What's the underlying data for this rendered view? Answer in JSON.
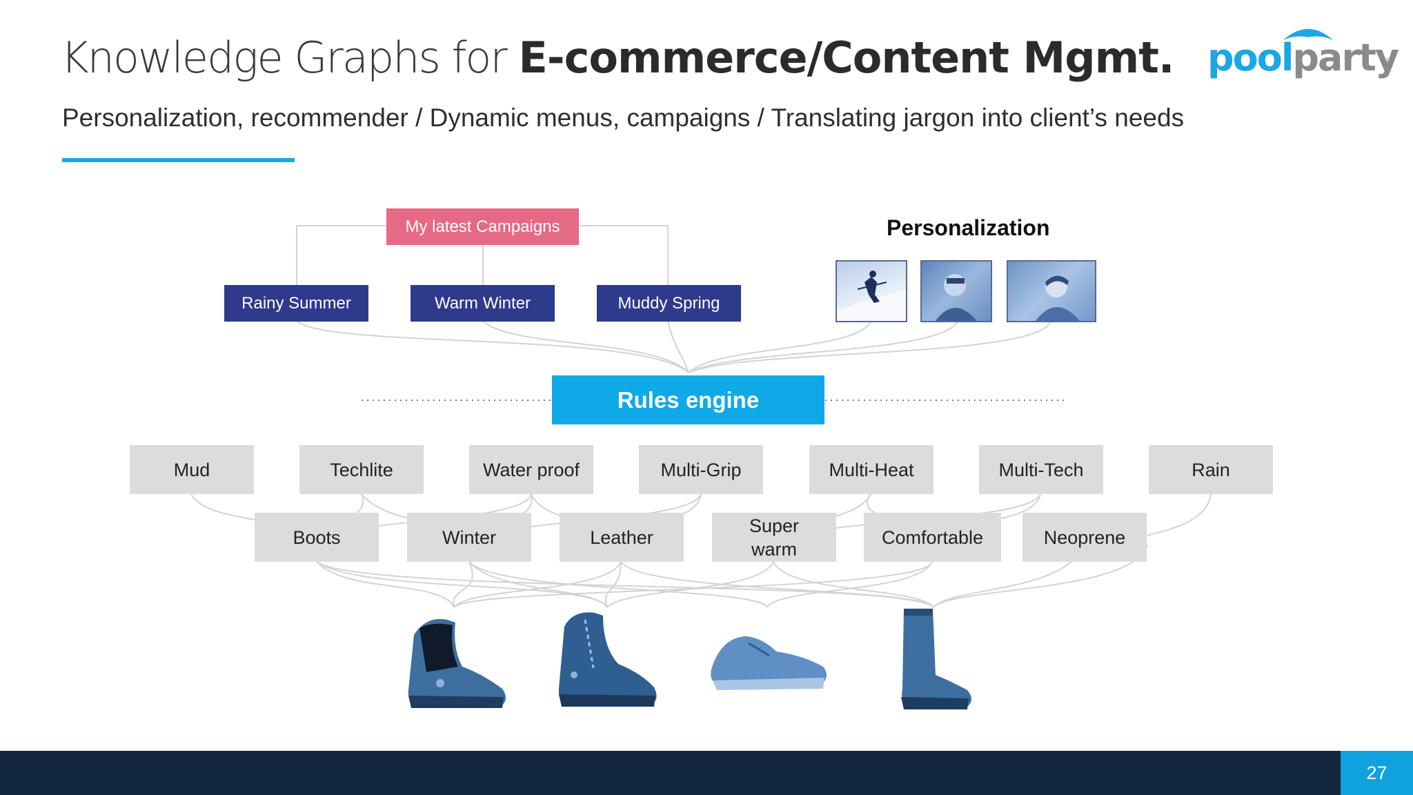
{
  "title": {
    "light": "Knowledge Graphs for ",
    "bold": "E-commerce/Content Mgmt."
  },
  "subtitle": "Personalization, recommender / Dynamic menus, campaigns / Translating jargon into client’s needs",
  "logo": {
    "part1": "pool",
    "part2": "party",
    "reg": "®"
  },
  "campaigns": {
    "label": "My latest Campaigns"
  },
  "seasons": [
    "Rainy Summer",
    "Warm Winter",
    "Muddy Spring"
  ],
  "personalization": {
    "title": "Personalization",
    "photos": [
      "skier-photo",
      "hiker-photo",
      "woman-outdoor-photo"
    ]
  },
  "rules_engine": "Rules engine",
  "attributes_top": [
    "Mud",
    "Techlite",
    "Water proof",
    "Multi-Grip",
    "Multi-Heat",
    "Multi-Tech",
    "Rain"
  ],
  "attributes_bottom": [
    "Boots",
    "Winter",
    "Leather",
    "Super warm",
    "Comfortable",
    "Neoprene"
  ],
  "products": [
    "winter-boot",
    "hiking-boot",
    "sneaker",
    "rain-boot"
  ],
  "colors": {
    "accent": "#1aa7e4",
    "campaign": "#e46a85",
    "season": "#2e3a8c",
    "rules": "#0fa9e8",
    "attribute": "#dcdcdc",
    "footer": "#122640",
    "page_badge": "#0fa2de"
  },
  "page_number": "27"
}
